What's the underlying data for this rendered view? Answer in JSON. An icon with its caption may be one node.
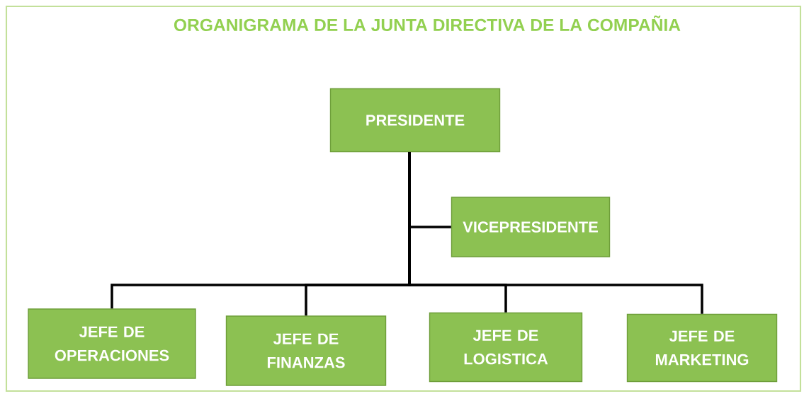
{
  "diagram": {
    "title": "ORGANIGRAMA DE LA JUNTA DIRECTIVA DE LA COMPAÑIA",
    "nodes": [
      {
        "text": [
          "PRESIDENTE"
        ]
      },
      {
        "text": [
          "VICEPRESIDENTE"
        ]
      },
      {
        "text": [
          "JEFE DE OPERACIONES"
        ]
      },
      {
        "text": [
          "JEFE DE FINANZAS"
        ]
      },
      {
        "text": [
          "JEFE DE LOGISTICA"
        ]
      },
      {
        "text": [
          "JEFE DE MARKETING"
        ]
      }
    ],
    "edges": [
      {
        "from": 0,
        "to": 1,
        "arrow": "none"
      },
      {
        "from": 0,
        "to": 2,
        "arrow": "none"
      },
      {
        "from": 0,
        "to": 3,
        "arrow": "none"
      },
      {
        "from": 0,
        "to": 4,
        "arrow": "none"
      },
      {
        "from": 0,
        "to": 5,
        "arrow": "none"
      }
    ]
  }
}
